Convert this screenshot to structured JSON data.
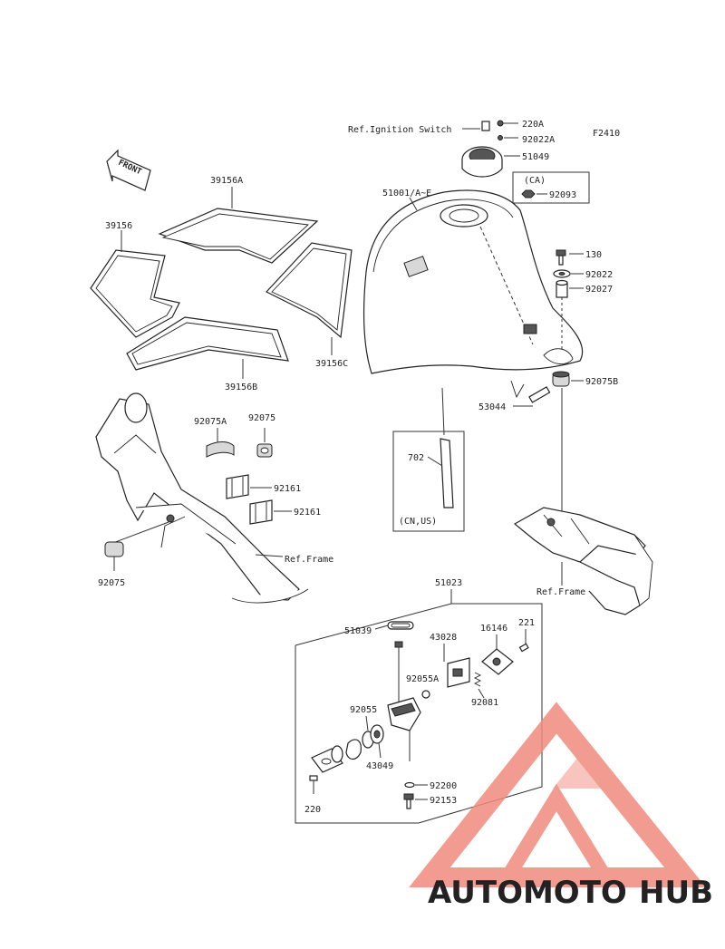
{
  "figure_code": "F2410",
  "front_label": "FRONT",
  "labels": {
    "ref_ignition_switch": "Ref.Ignition Switch",
    "p220A": "220A",
    "p92022A": "92022A",
    "p51049": "51049",
    "p51001": "51001/A~E",
    "ca_label": "(CA)",
    "p92093": "92093",
    "p130": "130",
    "p92022": "92022",
    "p92027": "92027",
    "p92075B": "92075B",
    "p53044": "53044",
    "p702": "702",
    "cn_us": "(CN,US)",
    "p39156A": "39156A",
    "p39156": "39156",
    "p39156C": "39156C",
    "p39156B": "39156B",
    "p92075A": "92075A",
    "p92075_top": "92075",
    "p92161_a": "92161",
    "p92161_b": "92161",
    "p92075_left": "92075",
    "ref_frame_left": "Ref.Frame",
    "ref_frame_right": "Ref.Frame",
    "p51023": "51023",
    "p51039": "51039",
    "p43028": "43028",
    "p16146": "16146",
    "p221": "221",
    "p92055A": "92055A",
    "p92081": "92081",
    "p92055": "92055",
    "p43049": "43049",
    "p92200": "92200",
    "p92153": "92153",
    "p220": "220"
  },
  "watermark": {
    "text_part1": "AUTOMOTO",
    "text_part2": "HUB",
    "color_primary": "#f08a7e",
    "color_light": "#f5c27a",
    "color_dark": "#555555"
  }
}
